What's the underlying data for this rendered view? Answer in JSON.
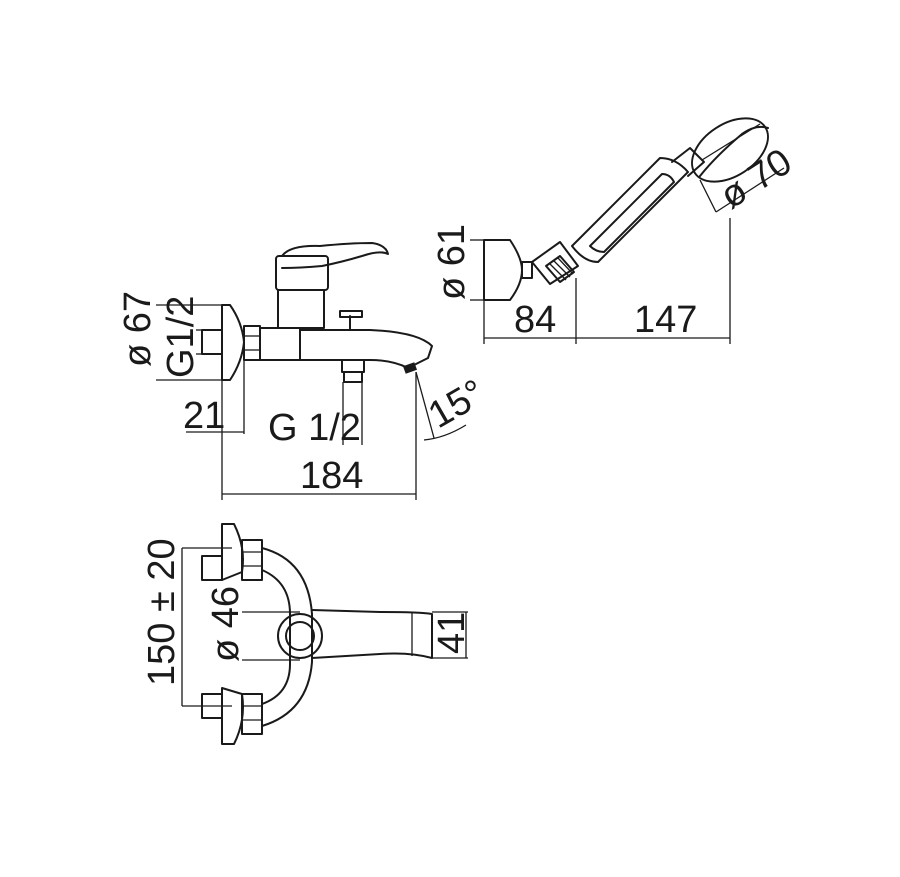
{
  "drawing": {
    "side_view": {
      "diameter_flange": "ø 67",
      "thread_inlet": "G1/2",
      "offset": "21",
      "thread_outlet": "G 1/2",
      "overall_width": "184",
      "spout_angle": "15°"
    },
    "hand_shower": {
      "holder_diameter": "ø 61",
      "holder_length": "84",
      "shower_length": "147",
      "head_diameter": "ø 70"
    },
    "front_view": {
      "center_distance": "150 ± 20",
      "diverter_diameter": "ø 46",
      "spout_height": "41"
    }
  },
  "colors": {
    "line": "#1a1a1a",
    "background": "#ffffff"
  }
}
